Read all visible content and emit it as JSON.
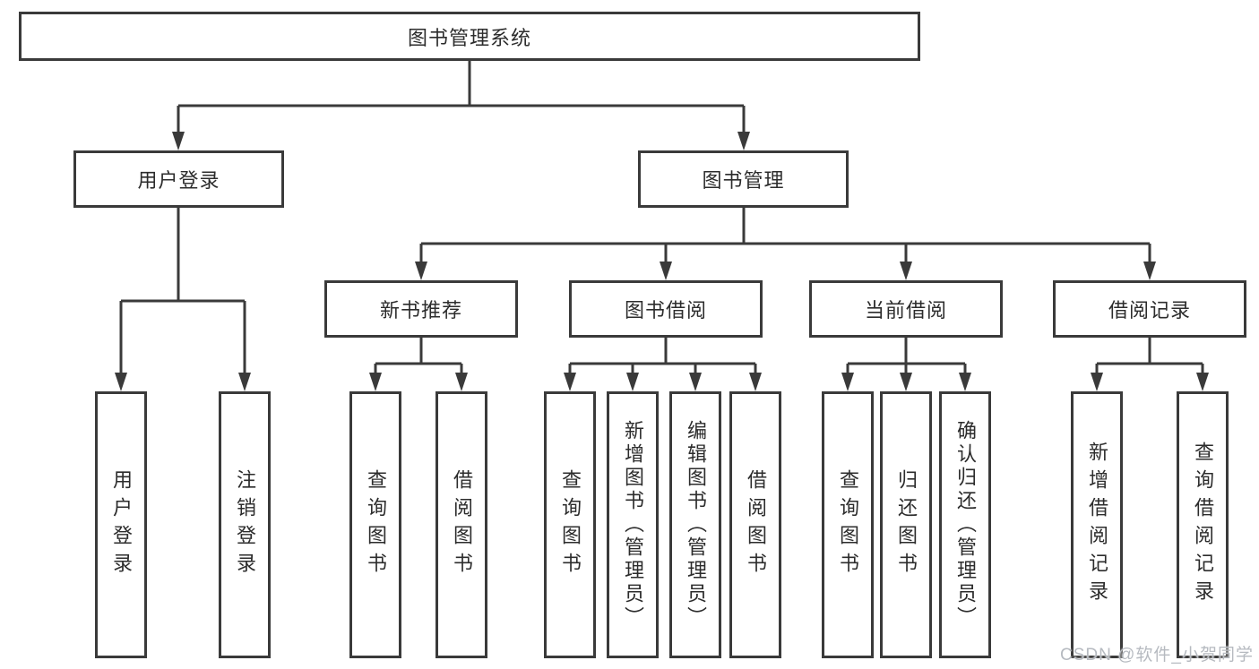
{
  "diagram": {
    "title": "图书管理系统",
    "colors": {
      "line": "#3a3a3a",
      "box_border": "#3a3a3a",
      "text": "#2c2c2c",
      "background": "#ffffff",
      "watermark": "#b6bac0"
    },
    "level2": [
      {
        "label": "用户登录",
        "parent": "图书管理系统"
      },
      {
        "label": "图书管理",
        "parent": "图书管理系统"
      }
    ],
    "level3": [
      {
        "label": "新书推荐",
        "parent": "图书管理"
      },
      {
        "label": "图书借阅",
        "parent": "图书管理"
      },
      {
        "label": "当前借阅",
        "parent": "图书管理"
      },
      {
        "label": "借阅记录",
        "parent": "图书管理"
      }
    ],
    "leaves": [
      {
        "label": "用户登录",
        "parent": "用户登录"
      },
      {
        "label": "注销登录",
        "parent": "用户登录"
      },
      {
        "label": "查询图书",
        "parent": "新书推荐"
      },
      {
        "label": "借阅图书",
        "parent": "新书推荐"
      },
      {
        "label": "查询图书",
        "parent": "图书借阅"
      },
      {
        "label": "新增图书（管理员）",
        "parent": "图书借阅"
      },
      {
        "label": "编辑图书（管理员）",
        "parent": "图书借阅"
      },
      {
        "label": "借阅图书",
        "parent": "图书借阅"
      },
      {
        "label": "查询图书",
        "parent": "当前借阅"
      },
      {
        "label": "归还图书",
        "parent": "当前借阅"
      },
      {
        "label": "确认归还（管理员）",
        "parent": "当前借阅"
      },
      {
        "label": "新增借阅记录",
        "parent": "借阅记录"
      },
      {
        "label": "查询借阅记录",
        "parent": "借阅记录"
      }
    ],
    "watermark": "CSDN @软件_小贺同学"
  }
}
